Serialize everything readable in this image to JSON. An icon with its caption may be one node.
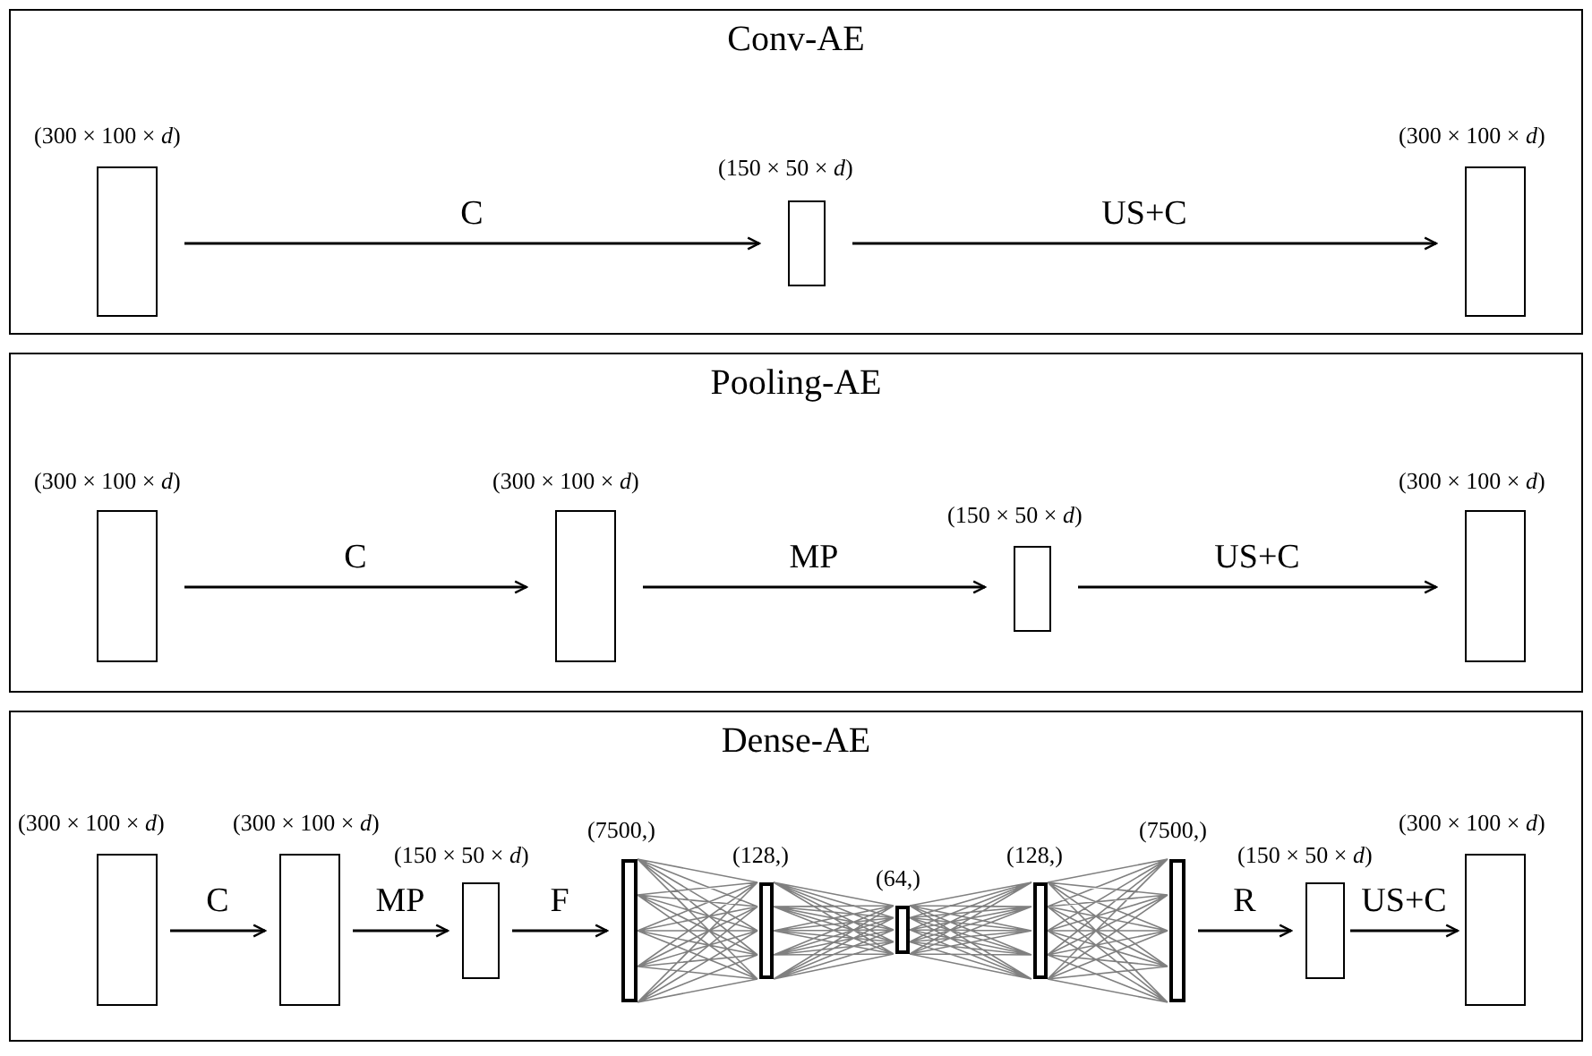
{
  "diagram": {
    "nodes": [
      {
        "text": [
          "Conv-AE"
        ]
      },
      {
        "text": [
          "(300 × 100 × *d*)"
        ],
        "in": 0
      },
      {
        "text": [
          "(150 × 50 × *d*)"
        ],
        "in": 0
      },
      {
        "text": [
          "(300 × 100 × *d*)"
        ],
        "in": 0
      },
      {
        "text": [
          "Pooling-AE"
        ]
      },
      {
        "text": [
          "(300 × 100 × *d*)"
        ],
        "in": 4
      },
      {
        "text": [
          "(300 × 100 × *d*)"
        ],
        "in": 4
      },
      {
        "text": [
          "(150 × 50 × *d*)"
        ],
        "in": 4
      },
      {
        "text": [
          "(300 × 100 × *d*)"
        ],
        "in": 4
      },
      {
        "text": [
          "Dense-AE"
        ]
      },
      {
        "text": [
          "(300 × 100 × *d*)"
        ],
        "in": 9
      },
      {
        "text": [
          "(300 × 100 × *d*)"
        ],
        "in": 9
      },
      {
        "text": [
          "(150 × 50 × *d*)"
        ],
        "in": 9
      },
      {
        "text": [
          "(7500,)"
        ],
        "in": 9
      },
      {
        "text": [
          "(128,)"
        ],
        "in": 9
      },
      {
        "text": [
          "(64,)"
        ],
        "in": 9
      },
      {
        "text": [
          "(128,)"
        ],
        "in": 9
      },
      {
        "text": [
          "(7500,)"
        ],
        "in": 9
      },
      {
        "text": [
          "(150 × 50 × *d*)"
        ],
        "in": 9
      },
      {
        "text": [
          "(300 × 100 × *d*)"
        ],
        "in": 9
      }
    ],
    "edges": [
      {
        "from": 1,
        "to": 2,
        "arrow": "to",
        "label": "C"
      },
      {
        "from": 2,
        "to": 3,
        "arrow": "to",
        "label": "US+C"
      },
      {
        "from": 5,
        "to": 6,
        "arrow": "to",
        "label": "C"
      },
      {
        "from": 6,
        "to": 7,
        "arrow": "to",
        "label": "MP"
      },
      {
        "from": 7,
        "to": 8,
        "arrow": "to",
        "label": "US+C"
      },
      {
        "from": 10,
        "to": 11,
        "arrow": "to",
        "label": "C"
      },
      {
        "from": 11,
        "to": 12,
        "arrow": "to",
        "label": "MP"
      },
      {
        "from": 12,
        "to": 13,
        "arrow": "to",
        "label": "F"
      },
      {
        "from": 13,
        "to": 14,
        "arrow": "none",
        "color": "#808080"
      },
      {
        "from": 14,
        "to": 15,
        "arrow": "none",
        "color": "#808080"
      },
      {
        "from": 15,
        "to": 16,
        "arrow": "none",
        "color": "#808080"
      },
      {
        "from": 16,
        "to": 17,
        "arrow": "none",
        "color": "#808080"
      },
      {
        "from": 17,
        "to": 18,
        "arrow": "to",
        "label": "R"
      },
      {
        "from": 18,
        "to": 19,
        "arrow": "to",
        "label": "US+C"
      }
    ]
  }
}
